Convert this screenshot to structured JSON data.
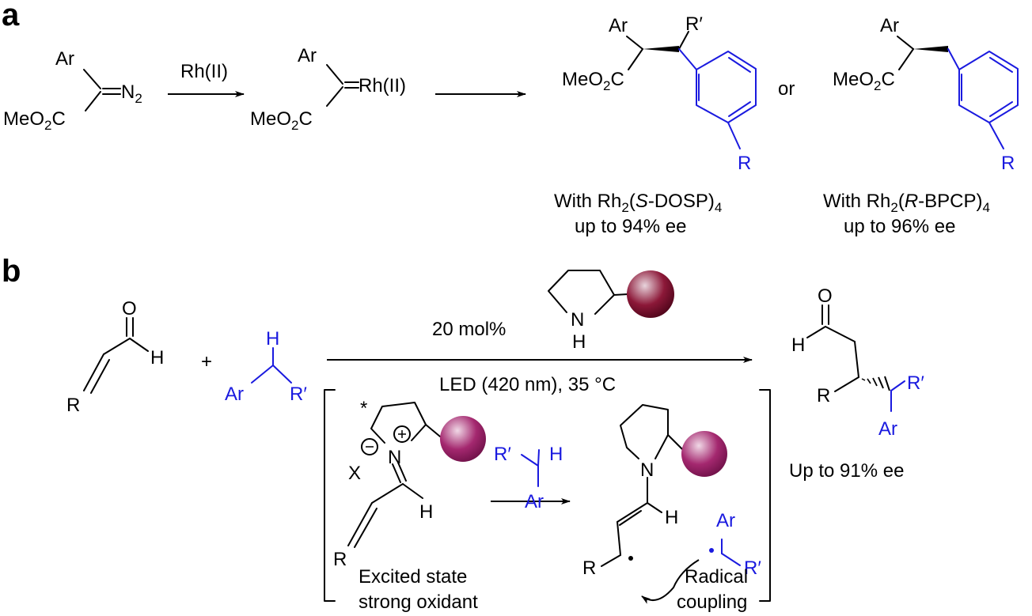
{
  "panels": {
    "a": "a",
    "b": "b"
  },
  "a": {
    "ar": "Ar",
    "n2": "N",
    "n2_sub": "2",
    "me": "MeO",
    "me_sub": "2",
    "c": "C",
    "rh_catalyst": "Rh(II)",
    "carbene_rh": "Rh(II)",
    "r_prime": "R′",
    "r": "R",
    "or": "or",
    "left": {
      "with": "With Rh",
      "sub2": "2",
      "open": "(",
      "stereo": "S",
      "ligand": "-DOSP)",
      "sub4": "4",
      "ee": "up to 94% ee"
    },
    "right": {
      "with": "With Rh",
      "sub2": "2",
      "open": "(",
      "stereo": "R",
      "ligand": "-BPCP)",
      "sub4": "4",
      "ee": "up to 96% ee"
    }
  },
  "b": {
    "o": "O",
    "h": "H",
    "r": "R",
    "plus": "+",
    "ar": "Ar",
    "r_prime": "R′",
    "catalyst_loading": "20 mol%",
    "nh_n": "N",
    "nh_h": "H",
    "conditions": "LED (420 nm), 35 °C",
    "star": "*",
    "x": "X",
    "n": "N",
    "excited_1": "Excited state",
    "excited_2": "strong oxidant",
    "radical_1": "Radical",
    "radical_2": "coupling",
    "ee": "Up to 91% ee"
  },
  "colors": {
    "substituent_blue": "#1a1adf",
    "sphere_light": "#d9c1cc",
    "sphere_mid": "#8c1838",
    "sphere_dark": "#4a0418",
    "ion_sphere_mid": "#a4286f",
    "ion_sphere_dark": "#6b0f45"
  }
}
